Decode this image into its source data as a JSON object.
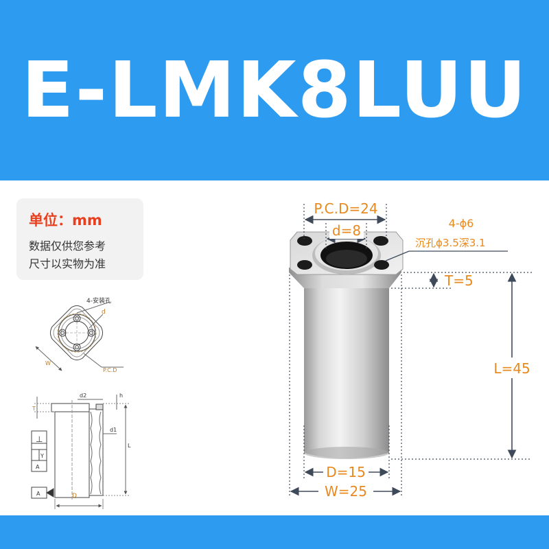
{
  "title": "E-LMK8LUU",
  "unit_card": {
    "label": "单位：mm",
    "note_line1": "数据仅供您参考",
    "note_line2": "尺寸以实物为准"
  },
  "schematic": {
    "mount_holes_label": "4-安装孔",
    "d_label": "d",
    "pcd_label": "P.C.D",
    "w_label": "W",
    "d2_label": "d2",
    "h_label": "h",
    "t_label": "T",
    "d1_label": "d1",
    "l_label": "L",
    "d_bottom_label": "D",
    "datum_y": "Y",
    "datum_a1": "A",
    "datum_a2": "A",
    "perp_symbol": "⊥"
  },
  "dimensions": {
    "pcd": "P.C.D=24",
    "bore": "d=8",
    "holes": "4-ϕ6",
    "counterbore": "沉孔ϕ3.5深3.1",
    "flange": "T=5",
    "length": "L=45",
    "outer_dia": "D=15",
    "width": "W=25"
  },
  "colors": {
    "banner": "#2d9bf0",
    "dimension_text": "#e8891f",
    "dimension_line": "#3e4a5a",
    "unit_label": "#e8401f"
  }
}
